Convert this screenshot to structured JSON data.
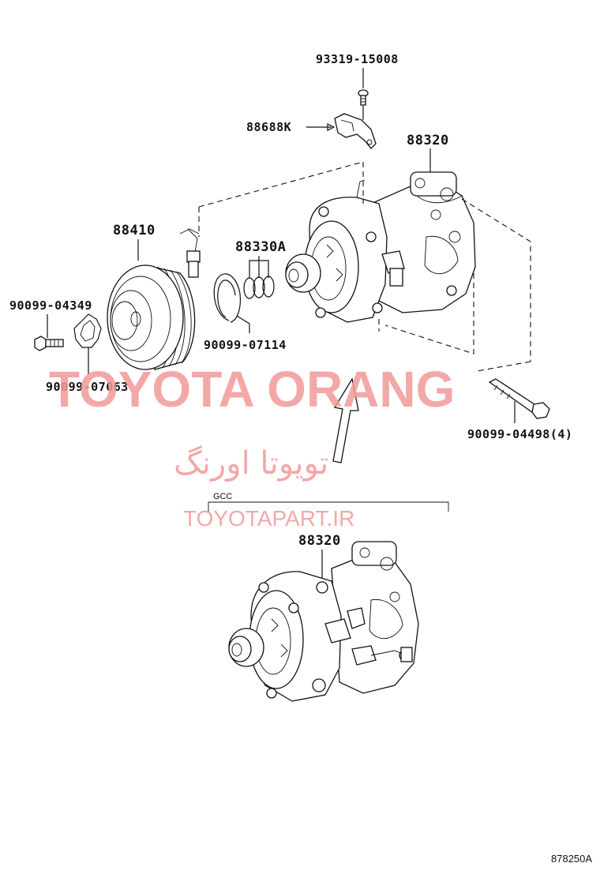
{
  "parts": {
    "screw_top": "93319-15008",
    "bracket": "88688K",
    "compressor_main": "88320",
    "clutch": "88410",
    "o_rings": "88330A",
    "bolt_left": "90099-04349",
    "snap_ring": "90099-07114",
    "shim": "90099-07063",
    "bolt_right": "90099-04498(4)",
    "compressor_gcc": "88320"
  },
  "variant_label": "GCC",
  "watermark": {
    "english": "TOYOTA ORANG",
    "persian": "تویوتا اورنگ",
    "site": "TOYOTAPART.IR"
  },
  "diagram_code": "878250A",
  "colors": {
    "line": "#111111",
    "watermark": "#f29a9a",
    "background": "#ffffff"
  }
}
